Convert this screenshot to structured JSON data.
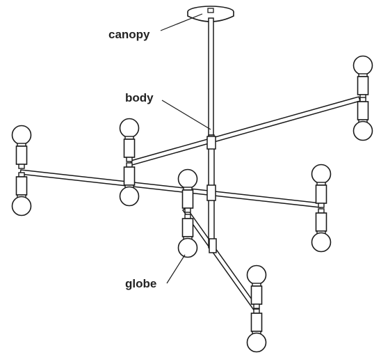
{
  "diagram": {
    "labels": {
      "canopy": "canopy",
      "body": "body",
      "globe": "globe"
    }
  },
  "colors": {
    "line": "#1a1a1a",
    "background": "#ffffff",
    "label_text": "#222222"
  }
}
